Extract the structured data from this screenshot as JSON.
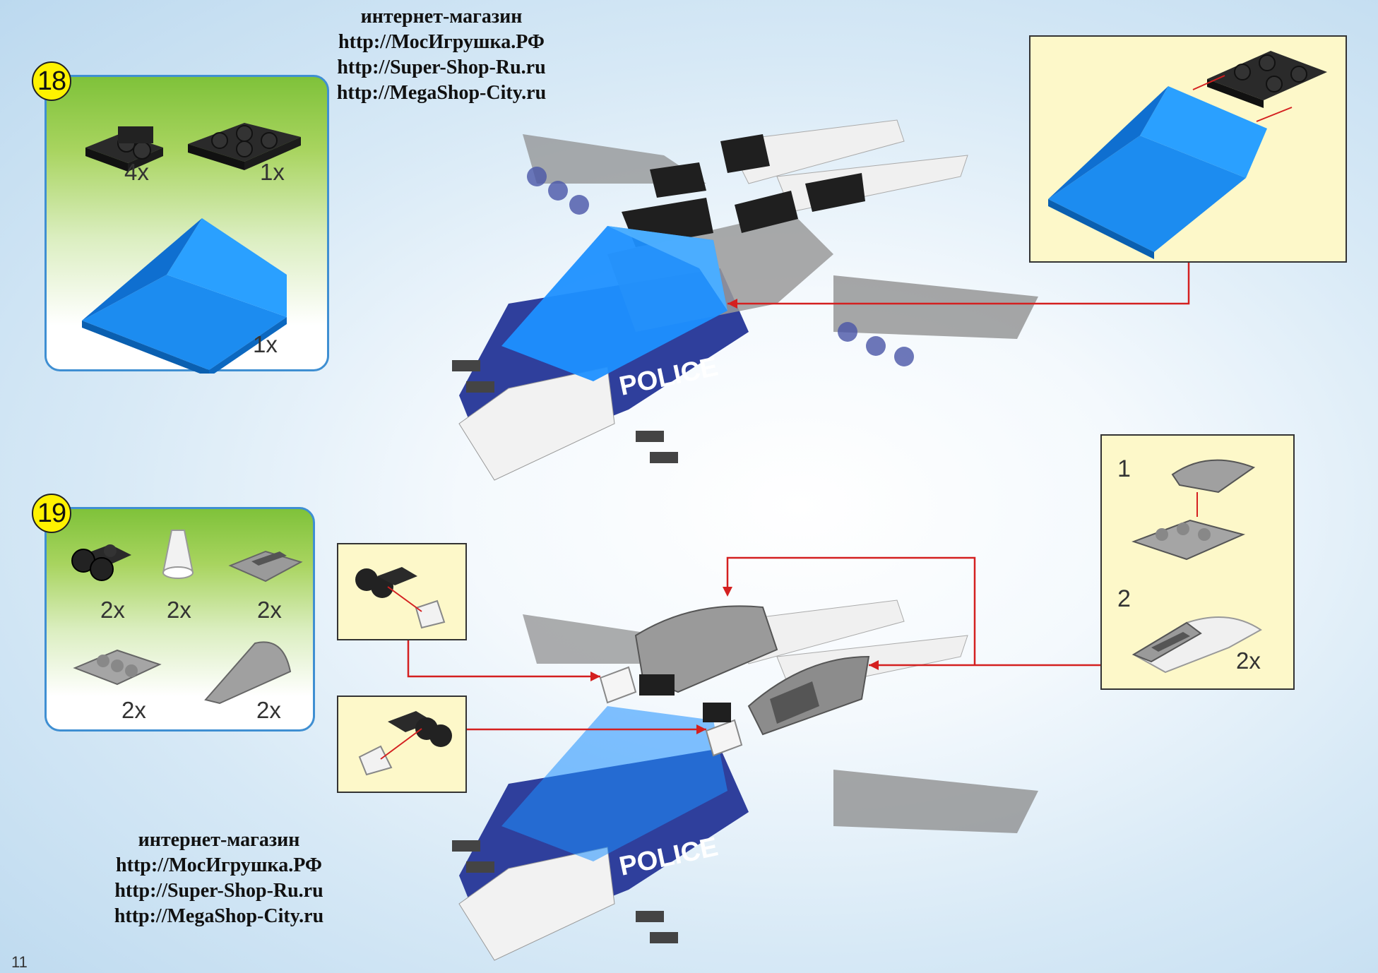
{
  "watermark_top": {
    "line1": "интернет-магазин",
    "line2": "http://МосИгрушка.РФ",
    "line3": "http://Super-Shop-Ru.ru",
    "line4": "http://MegaShop-City.ru"
  },
  "watermark_bottom": {
    "line1": "интернет-магазин",
    "line2": "http://МосИгрушка.РФ",
    "line3": "http://Super-Shop-Ru.ru",
    "line4": "http://MegaShop-City.ru"
  },
  "step18": {
    "number": "18",
    "parts": [
      {
        "name": "black bracket plate",
        "qty": "4x"
      },
      {
        "name": "black plate with wheel holders",
        "qty": "1x"
      },
      {
        "name": "trans-blue windscreen",
        "qty": "1x"
      }
    ]
  },
  "step19": {
    "number": "19",
    "parts": [
      {
        "name": "black plate with wheel holder",
        "qty": "2x"
      },
      {
        "name": "white cone",
        "qty": "2x"
      },
      {
        "name": "grey grille slope",
        "qty": "2x"
      },
      {
        "name": "grey 1x3 plate",
        "qty": "2x"
      },
      {
        "name": "grey curved slope",
        "qty": "2x"
      }
    ]
  },
  "callout19": {
    "sub1": "1",
    "sub2": "2",
    "qty": "2x"
  },
  "model": {
    "label_top": "POLICE",
    "label_bottom": "POLICE"
  },
  "page_number": "11",
  "colors": {
    "accent_blue": "#3f8fd2",
    "badge_yellow": "#fff200",
    "callout_bg": "#fdf8c9",
    "arrow_red": "#d42020",
    "police_blue": "#2f3f9c",
    "trans_blue": "#1e90ff"
  }
}
